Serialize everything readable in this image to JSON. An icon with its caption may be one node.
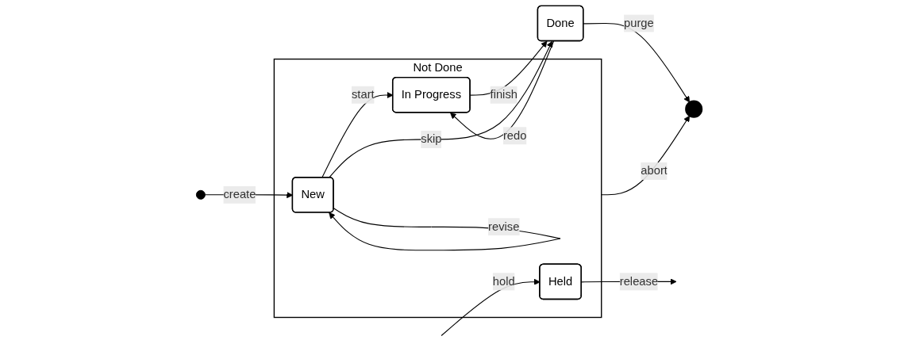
{
  "diagram": {
    "nodes": [
      {
        "text": [],
        "shape": "circle"
      },
      {
        "text": [
          "Not Done"
        ]
      },
      {
        "text": [
          "New"
        ],
        "in": 1
      },
      {
        "text": [
          "In Progress"
        ],
        "in": 1
      },
      {
        "text": [
          "Held"
        ],
        "in": 1
      },
      {
        "text": [
          "Done"
        ]
      },
      {
        "text": [],
        "shape": "circle"
      }
    ],
    "edges": [
      {
        "from": 0,
        "to": 2,
        "label": "create",
        "arrow": "to"
      },
      {
        "from": 2,
        "to": 2,
        "label": "revise",
        "arrow": "to"
      },
      {
        "from": 2,
        "to": 3,
        "label": "start",
        "arrow": "to"
      },
      {
        "from": 3,
        "to": 5,
        "label": "finish",
        "arrow": "to"
      },
      {
        "from": 5,
        "to": 3,
        "label": "redo",
        "arrow": "to"
      },
      {
        "from": 2,
        "to": 5,
        "label": "skip",
        "arrow": "to"
      },
      {
        "from": 1,
        "to": 6,
        "label": "abort",
        "arrow": "to"
      },
      {
        "from": 5,
        "to": 6,
        "label": "purge",
        "arrow": "to"
      },
      {
        "from": null,
        "to": 4,
        "label": "hold",
        "arrow": "to"
      },
      {
        "from": 4,
        "to": null,
        "label": "release",
        "arrow": "to"
      }
    ]
  }
}
